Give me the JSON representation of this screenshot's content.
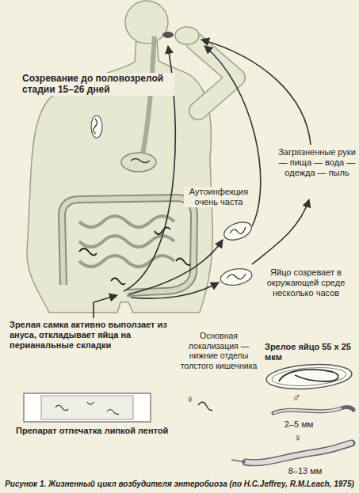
{
  "diagram": {
    "caption": "Рисунок 1. Жизненный цикл возбудителя энтеробиоза (по H.C.Jeffrey, R.M.Leach, 1975)",
    "labels": [
      "Созревание до половозрелой стадии 15–26 дней",
      "Загрязненные руки — пища — вода — одежда — пыль",
      "Аутоинфекция очень часта",
      "Яйцо созревает в окружающей среде несколько часов",
      "Зрелая самка активно выползает из ануса, откладывает яйца на перианальные складки",
      "Основная локализация — нижние отделы толстого кишечника",
      "Зрелое яйцо 55 х 25 мкм",
      "♀",
      "♂",
      "2–5 мм",
      "♀",
      "8–13 мм",
      "Препарат отпечатка липкой лентой"
    ]
  }
}
